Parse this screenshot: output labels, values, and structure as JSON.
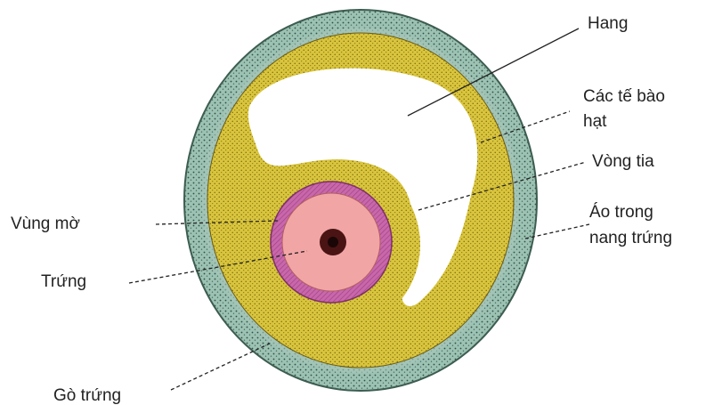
{
  "diagram": {
    "labels": {
      "hang": "Hang",
      "cac_te_bao_hat_1": "Các tế bào",
      "cac_te_bao_hat_2": "hạt",
      "vong_tia": "Vòng tia",
      "ao_trong_1": "Áo trong",
      "ao_trong_2": "nang trứng",
      "vung_mo": "Vùng mờ",
      "trung": "Trứng",
      "go_trung": "Gò trứng"
    },
    "colors": {
      "outer_theca": "#8fb7a8",
      "granulosa": "#d8c43a",
      "zona": "#c05fa4",
      "egg": "#f0a0a0",
      "nucleus": "#4a1414",
      "antrum": "#ffffff"
    }
  }
}
